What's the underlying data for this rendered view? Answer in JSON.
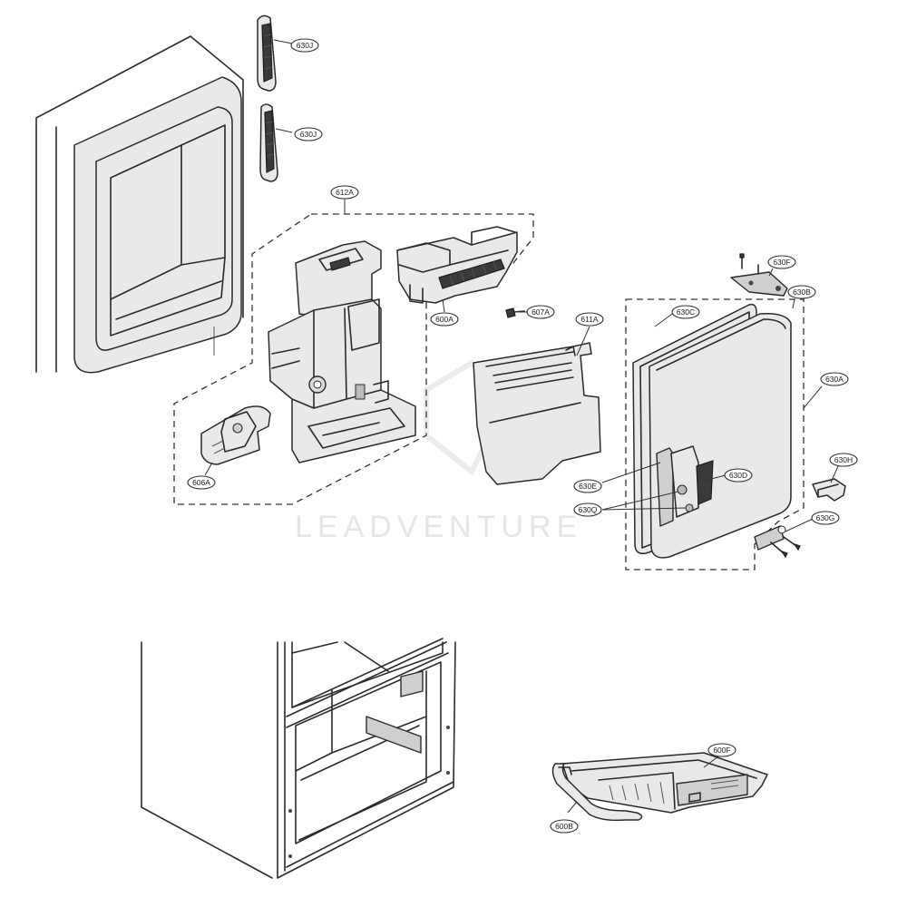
{
  "labels": {
    "l630J_top": "630J",
    "l630J_mid": "630J",
    "l612A": "612A",
    "l600A": "600A",
    "l607A": "607A",
    "l611A": "611A",
    "l606A": "606A",
    "l630C": "630C",
    "l630F_top": "630F",
    "l630B": "630B",
    "l630A": "630A",
    "l630E": "630E",
    "l630D": "630D",
    "l630Q": "630Q",
    "l630H": "630H",
    "l630G": "630G",
    "l600F": "600F",
    "l600B": "600B"
  },
  "watermark": "LEADVENTURE"
}
